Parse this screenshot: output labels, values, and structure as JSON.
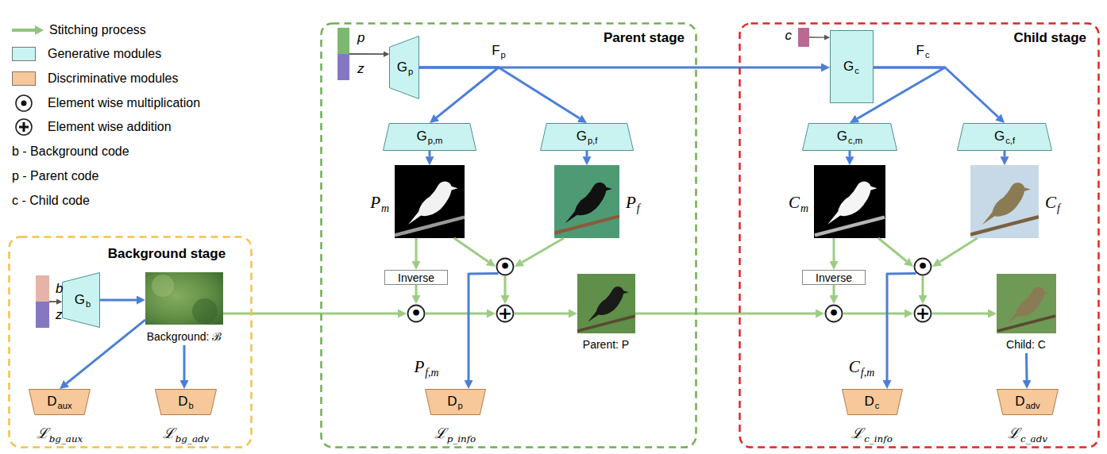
{
  "diagram": {
    "nodes": [
      {
        "text": [
          "Background stage"
        ]
      },
      {
        "text": [
          "b"
        ],
        "in": 0
      },
      {
        "text": [
          "z"
        ],
        "in": 0
      },
      {
        "text": [
          "G",
          "b"
        ],
        "in": 0
      },
      {
        "text": [
          "Background: ℬ"
        ],
        "in": 0
      },
      {
        "text": [
          "D",
          "aux",
          "ℒ",
          "bg_aux"
        ],
        "in": 0
      },
      {
        "text": [
          "D",
          "b",
          "ℒ",
          "bg_adv"
        ],
        "in": 0
      },
      {
        "text": [
          "Parent stage"
        ]
      },
      {
        "text": [
          "p"
        ],
        "in": 7
      },
      {
        "text": [
          "z"
        ],
        "in": 7
      },
      {
        "text": [
          "G",
          "p"
        ],
        "in": 7
      },
      {
        "text": [
          "G",
          "p,m"
        ],
        "in": 7
      },
      {
        "text": [
          "G",
          "p,f"
        ],
        "in": 7
      },
      {
        "text": [
          "P",
          "m"
        ],
        "in": 7
      },
      {
        "text": [
          "P",
          "f"
        ],
        "in": 7
      },
      {
        "text": [
          "Inverse"
        ],
        "in": 7
      },
      {
        "text": [
          "•"
        ],
        "in": 7
      },
      {
        "text": [
          "•"
        ],
        "in": 7
      },
      {
        "text": [
          "+"
        ],
        "in": 7
      },
      {
        "text": [
          "Parent: P"
        ],
        "in": 7
      },
      {
        "text": [
          "D",
          "p",
          "ℒ",
          "p_info"
        ],
        "in": 7
      },
      {
        "text": [
          "Child stage"
        ]
      },
      {
        "text": [
          "c"
        ],
        "in": 21
      },
      {
        "text": [
          "G",
          "c"
        ],
        "in": 21
      },
      {
        "text": [
          "G",
          "c,m"
        ],
        "in": 21
      },
      {
        "text": [
          "G",
          "c,f"
        ],
        "in": 21
      },
      {
        "text": [
          "C",
          "m"
        ],
        "in": 21
      },
      {
        "text": [
          "C",
          "f"
        ],
        "in": 21
      },
      {
        "text": [
          "Inverse"
        ],
        "in": 21
      },
      {
        "text": [
          "•"
        ],
        "in": 21
      },
      {
        "text": [
          "•"
        ],
        "in": 21
      },
      {
        "text": [
          "+"
        ],
        "in": 21
      },
      {
        "text": [
          "Child: C"
        ],
        "in": 21
      },
      {
        "text": [
          "D",
          "c",
          "ℒ",
          "c_info"
        ],
        "in": 21
      },
      {
        "text": [
          "D",
          "adv",
          "ℒ",
          "c_adv"
        ],
        "in": 21
      }
    ],
    "edges": [
      {
        "from": 1,
        "to": 3,
        "arrow": "to"
      },
      {
        "from": 2,
        "to": 3,
        "arrow": "to"
      },
      {
        "from": 3,
        "to": 4,
        "arrow": "to"
      },
      {
        "from": 4,
        "to": 5,
        "arrow": "to"
      },
      {
        "from": 4,
        "to": 6,
        "arrow": "to"
      },
      {
        "from": 8,
        "to": 10,
        "arrow": "to"
      },
      {
        "from": 9,
        "to": 10,
        "arrow": "to"
      },
      {
        "from": 10,
        "to": 11,
        "arrow": "to"
      },
      {
        "from": 10,
        "to": 12,
        "arrow": "to"
      },
      {
        "from": 10,
        "to": 23,
        "arrow": "to"
      },
      {
        "from": 11,
        "to": 13,
        "arrow": "to"
      },
      {
        "from": 12,
        "to": 14,
        "arrow": "to"
      },
      {
        "from": 13,
        "to": 15,
        "arrow": "to"
      },
      {
        "from": 13,
        "to": 16,
        "arrow": "to"
      },
      {
        "from": 14,
        "to": 16,
        "arrow": "to"
      },
      {
        "from": 15,
        "to": 17,
        "arrow": "to"
      },
      {
        "from": 4,
        "to": 17,
        "arrow": "to"
      },
      {
        "from": 17,
        "to": 18,
        "arrow": "to"
      },
      {
        "from": 16,
        "to": 18,
        "arrow": "to"
      },
      {
        "from": 16,
        "to": 20,
        "arrow": "to"
      },
      {
        "from": 18,
        "to": 19,
        "arrow": "to"
      },
      {
        "from": 19,
        "to": 30,
        "arrow": "to"
      },
      {
        "from": 22,
        "to": 23,
        "arrow": "to"
      },
      {
        "from": 23,
        "to": 24,
        "arrow": "to"
      },
      {
        "from": 23,
        "to": 25,
        "arrow": "to"
      },
      {
        "from": 24,
        "to": 26,
        "arrow": "to"
      },
      {
        "from": 25,
        "to": 27,
        "arrow": "to"
      },
      {
        "from": 26,
        "to": 28,
        "arrow": "to"
      },
      {
        "from": 26,
        "to": 29,
        "arrow": "to"
      },
      {
        "from": 27,
        "to": 29,
        "arrow": "to"
      },
      {
        "from": 28,
        "to": 30,
        "arrow": "to"
      },
      {
        "from": 30,
        "to": 31,
        "arrow": "to"
      },
      {
        "from": 29,
        "to": 31,
        "arrow": "to"
      },
      {
        "from": 29,
        "to": 33,
        "arrow": "to"
      },
      {
        "from": 31,
        "to": 32,
        "arrow": "to"
      },
      {
        "from": 32,
        "to": 34,
        "arrow": "to"
      }
    ],
    "labels": [
      "F",
      "p",
      "F",
      "c",
      "P",
      "f,m",
      "C",
      "f,m"
    ],
    "legend": [
      {
        "text": "Stitching process"
      },
      {
        "text": "Generative modules",
        "color": "#c9f3f1"
      },
      {
        "text": "Discriminative modules",
        "color": "#f7c89a"
      },
      {
        "text": "Element wise multiplication"
      },
      {
        "text": "Element wise addition"
      },
      {
        "text": "b - Background code"
      },
      {
        "text": "p - Parent code"
      },
      {
        "text": "c - Child code"
      }
    ]
  }
}
